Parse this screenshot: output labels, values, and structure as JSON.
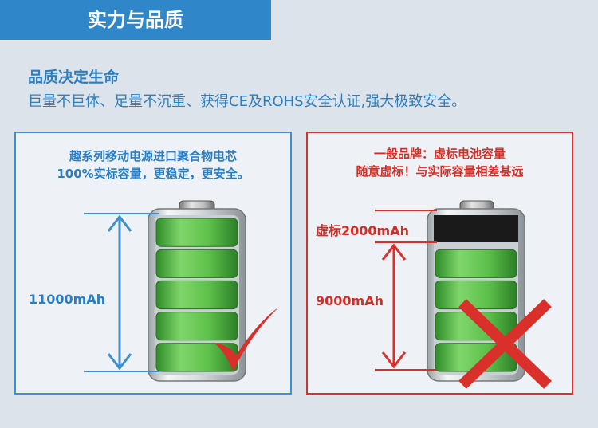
{
  "banner": {
    "title": "实力与品质"
  },
  "header": {
    "title": "品质决定生命",
    "description": "巨量不巨体、足量不沉重、获得CE及ROHS安全认证,强大极致安全。"
  },
  "left_panel": {
    "heading_line1": "趣系列移动电源进口聚合物电芯",
    "heading_line2": "100%实标容量，更稳定，更安全。",
    "capacity_label": "11000mAh",
    "fill_level": 1.0,
    "verdict": "check"
  },
  "right_panel": {
    "heading_line1": "一般品牌：虚标电池容量",
    "heading_line2": "随意虚标！与实际容量相差甚远",
    "false_capacity_label": "虚标2000mAh",
    "real_capacity_label": "9000mAh",
    "fill_level": 0.82,
    "verdict": "cross"
  },
  "colors": {
    "blue": "#2f86c9",
    "red": "#d9302b",
    "battery_green": "#5dc04a",
    "battery_black": "#1a1a1a"
  }
}
